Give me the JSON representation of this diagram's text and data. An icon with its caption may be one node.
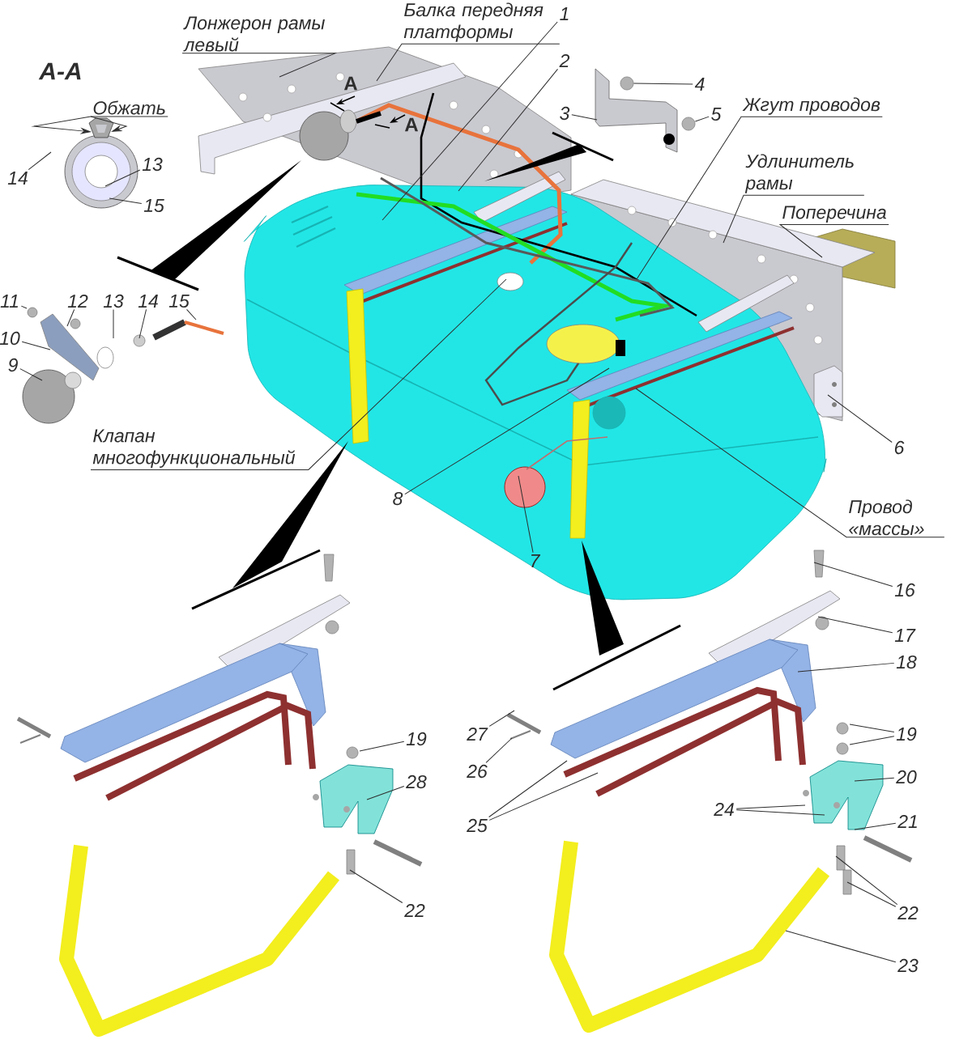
{
  "diagram": {
    "nodes": [
      {
        "text": [
          "Лонжерон рамы левый"
        ]
      },
      {
        "text": [
          "Балка передняя платформы"
        ]
      },
      {
        "text": [
          "1"
        ]
      },
      {
        "text": [
          "2"
        ]
      },
      {
        "text": [
          "3"
        ]
      },
      {
        "text": [
          "4"
        ]
      },
      {
        "text": [
          "5"
        ]
      },
      {
        "text": [
          "Жгут проводов"
        ]
      },
      {
        "text": [
          "Удлинитель рамы"
        ]
      },
      {
        "text": [
          "Поперечина"
        ]
      },
      {
        "text": [
          "6"
        ]
      },
      {
        "text": [
          "Провод «массы»"
        ]
      },
      {
        "text": [
          "7"
        ]
      },
      {
        "text": [
          "8"
        ]
      },
      {
        "text": [
          "Клапан многофункциональный"
        ]
      },
      {
        "text": [
          "Обжать"
        ]
      },
      {
        "text": [
          "13"
        ]
      },
      {
        "text": [
          "14"
        ]
      },
      {
        "text": [
          "15"
        ]
      },
      {
        "text": [
          "11"
        ]
      },
      {
        "text": [
          "12"
        ]
      },
      {
        "text": [
          "13"
        ]
      },
      {
        "text": [
          "14"
        ]
      },
      {
        "text": [
          "15"
        ]
      },
      {
        "text": [
          "10"
        ]
      },
      {
        "text": [
          "9"
        ]
      },
      {
        "text": [
          "19"
        ]
      },
      {
        "text": [
          "28"
        ]
      },
      {
        "text": [
          "22"
        ]
      },
      {
        "text": [
          "16"
        ]
      },
      {
        "text": [
          "17"
        ]
      },
      {
        "text": [
          "18"
        ]
      },
      {
        "text": [
          "19"
        ]
      },
      {
        "text": [
          "20"
        ]
      },
      {
        "text": [
          "21"
        ]
      },
      {
        "text": [
          "24"
        ]
      },
      {
        "text": [
          "22"
        ]
      },
      {
        "text": [
          "23"
        ]
      },
      {
        "text": [
          "27"
        ]
      },
      {
        "text": [
          "26"
        ]
      },
      {
        "text": [
          "25"
        ]
      },
      {
        "text": [],
        "shape": "picture"
      },
      {
        "text": [],
        "shape": "circle"
      },
      {
        "text": [],
        "shape": "picture"
      },
      {
        "text": [],
        "shape": "circle"
      },
      {
        "text": [],
        "shape": "picture"
      },
      {
        "text": [],
        "shape": "picture"
      },
      {
        "text": [],
        "shape": "circle"
      },
      {
        "text": [],
        "shape": "circle"
      },
      {
        "text": [],
        "shape": "circle"
      },
      {
        "text": [],
        "shape": "circle"
      },
      {
        "text": [],
        "shape": "circle"
      }
    ],
    "edges": [
      {
        "from": 0,
        "to": null,
        "arrow": "none"
      },
      {
        "from": 1,
        "to": null,
        "arrow": "none"
      },
      {
        "from": 2,
        "to": null,
        "arrow": "none"
      },
      {
        "from": 3,
        "to": null,
        "arrow": "none"
      },
      {
        "from": 4,
        "to": 43,
        "arrow": "none"
      },
      {
        "from": 5,
        "to": 42,
        "arrow": "none"
      },
      {
        "from": 6,
        "to": 44,
        "arrow": "none"
      },
      {
        "from": 7,
        "to": null,
        "arrow": "none"
      },
      {
        "from": 8,
        "to": null,
        "arrow": "none"
      },
      {
        "from": 9,
        "to": 45,
        "arrow": "none"
      },
      {
        "from": 10,
        "to": 46,
        "arrow": "none"
      },
      {
        "from": 11,
        "to": null,
        "arrow": "none"
      },
      {
        "from": 12,
        "to": null,
        "arrow": "none"
      },
      {
        "from": 13,
        "to": null,
        "arrow": "none"
      },
      {
        "from": 14,
        "to": null,
        "arrow": "none"
      },
      {
        "from": 15,
        "to": 41,
        "arrow": "to"
      },
      {
        "from": 15,
        "to": 41,
        "arrow": "to"
      },
      {
        "from": 16,
        "to": 41,
        "arrow": "none"
      },
      {
        "from": 17,
        "to": 41,
        "arrow": "none"
      },
      {
        "from": 18,
        "to": 41,
        "arrow": "none"
      },
      {
        "from": 19,
        "to": 47,
        "arrow": "none"
      },
      {
        "from": 20,
        "to": 48,
        "arrow": "none"
      },
      {
        "from": 21,
        "to": null,
        "arrow": "none"
      },
      {
        "from": 22,
        "to": null,
        "arrow": "none"
      },
      {
        "from": 23,
        "to": null,
        "arrow": "none"
      },
      {
        "from": 24,
        "to": null,
        "arrow": "none"
      },
      {
        "from": 25,
        "to": null,
        "arrow": "none"
      },
      {
        "from": 26,
        "to": 49,
        "arrow": "none"
      },
      {
        "from": 27,
        "to": null,
        "arrow": "none"
      },
      {
        "from": 28,
        "to": null,
        "arrow": "none"
      },
      {
        "from": 29,
        "to": null,
        "arrow": "none"
      },
      {
        "from": 30,
        "to": null,
        "arrow": "none"
      },
      {
        "from": 31,
        "to": null,
        "arrow": "none"
      },
      {
        "from": 32,
        "to": 50,
        "arrow": "none"
      },
      {
        "from": 32,
        "to": 51,
        "arrow": "none"
      },
      {
        "from": 33,
        "to": null,
        "arrow": "none"
      },
      {
        "from": 34,
        "to": null,
        "arrow": "none"
      },
      {
        "from": 35,
        "to": null,
        "arrow": "none"
      },
      {
        "from": 35,
        "to": null,
        "arrow": "none"
      },
      {
        "from": 36,
        "to": null,
        "arrow": "none"
      },
      {
        "from": 36,
        "to": null,
        "arrow": "none"
      },
      {
        "from": 37,
        "to": null,
        "arrow": "none"
      },
      {
        "from": 38,
        "to": null,
        "arrow": "none"
      },
      {
        "from": 39,
        "to": null,
        "arrow": "none"
      },
      {
        "from": 40,
        "to": null,
        "arrow": "none"
      },
      {
        "from": 40,
        "to": null,
        "arrow": "none"
      }
    ],
    "labels": [
      "А-А",
      "А",
      "А"
    ]
  }
}
